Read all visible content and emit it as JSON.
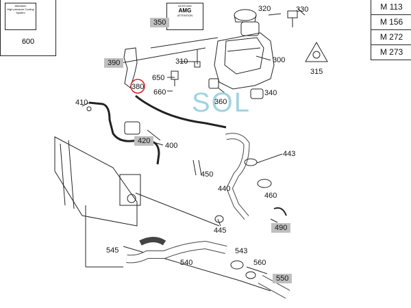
{
  "engines": [
    "M 113",
    "M 156",
    "M 272",
    "M 273"
  ],
  "sticker_600": {
    "label": "600",
    "lines": [
      "Attention!",
      "High pressure Cooling",
      "System"
    ]
  },
  "sticker_350": {
    "lines": [
      "ACHTUNG",
      "ATTENTION"
    ],
    "logo": "AMG"
  },
  "watermark": "SOL",
  "parts": [
    {
      "id": "p320",
      "text": "320",
      "boxed": false
    },
    {
      "id": "p330",
      "text": "330",
      "boxed": false
    },
    {
      "id": "p350",
      "text": "350",
      "boxed": true
    },
    {
      "id": "p300",
      "text": "300",
      "boxed": false
    },
    {
      "id": "p315",
      "text": "315",
      "boxed": false
    },
    {
      "id": "p390",
      "text": "390",
      "boxed": true
    },
    {
      "id": "p310",
      "text": "310",
      "boxed": false
    },
    {
      "id": "p650",
      "text": "650",
      "boxed": false
    },
    {
      "id": "p380",
      "text": "380",
      "boxed": false
    },
    {
      "id": "p660",
      "text": "660",
      "boxed": false
    },
    {
      "id": "p360",
      "text": "360",
      "boxed": false
    },
    {
      "id": "p340",
      "text": "340",
      "boxed": false
    },
    {
      "id": "p410",
      "text": "410",
      "boxed": false
    },
    {
      "id": "p420",
      "text": "420",
      "boxed": true
    },
    {
      "id": "p400",
      "text": "400",
      "boxed": false
    },
    {
      "id": "p443",
      "text": "443",
      "boxed": false
    },
    {
      "id": "p450",
      "text": "450",
      "boxed": false
    },
    {
      "id": "p440",
      "text": "440",
      "boxed": false
    },
    {
      "id": "p460",
      "text": "460",
      "boxed": false
    },
    {
      "id": "p490",
      "text": "490",
      "boxed": true
    },
    {
      "id": "p445",
      "text": "445",
      "boxed": false
    },
    {
      "id": "p545",
      "text": "545",
      "boxed": false
    },
    {
      "id": "p540",
      "text": "540",
      "boxed": false
    },
    {
      "id": "p543",
      "text": "543",
      "boxed": false
    },
    {
      "id": "p560",
      "text": "560",
      "boxed": false
    },
    {
      "id": "p550",
      "text": "550",
      "boxed": true
    }
  ]
}
